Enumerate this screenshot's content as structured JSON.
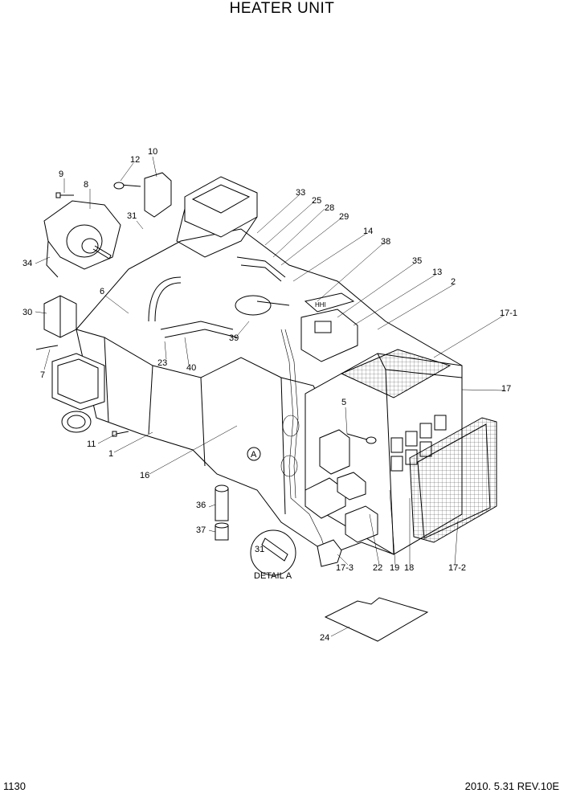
{
  "title": "HEATER UNIT",
  "page_number": "1130",
  "revision": "2010. 5.31  REV.10E",
  "detail_label": "DETAIL A",
  "detail_marker": "A",
  "stamp_text": "HHI",
  "callouts": [
    "1",
    "2",
    "5",
    "6",
    "7",
    "8",
    "9",
    "10",
    "11",
    "12",
    "13",
    "14",
    "16",
    "17",
    "17-1",
    "17-2",
    "17-3",
    "18",
    "19",
    "22",
    "23",
    "24",
    "25",
    "28",
    "29",
    "30",
    "31",
    "33",
    "34",
    "35",
    "36",
    "37",
    "38",
    "39",
    "40",
    "31"
  ]
}
